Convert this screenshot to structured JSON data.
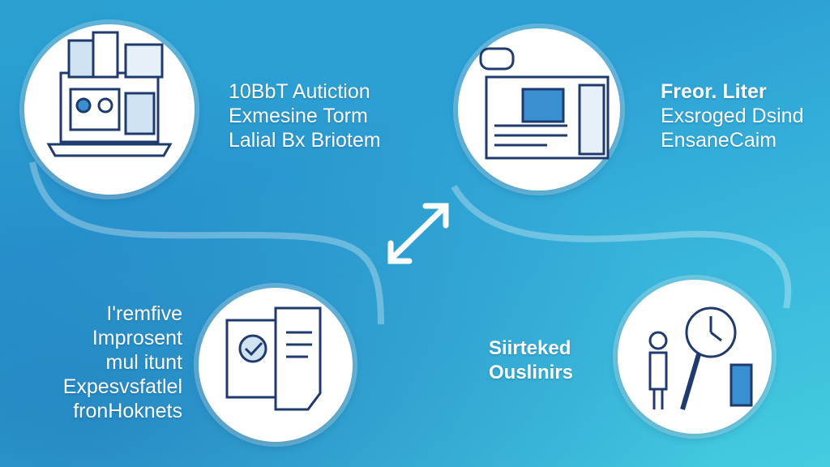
{
  "steps": [
    {
      "lines": [
        "10BbT Autiction",
        "Exmesine Torm",
        "Lalial Bx Briotem"
      ],
      "icon": "laptop-dashboard-icon"
    },
    {
      "lines": [
        "Freor. Liter",
        "Exsroged Dsind",
        "EnsaneCaim"
      ],
      "icon": "document-panel-icon"
    },
    {
      "lines": [
        "I'remfive",
        "Improsent",
        "mul itunt",
        "Expesvsfatlel",
        "fronHoknets"
      ],
      "icon": "checked-document-icon"
    },
    {
      "lines": [
        "Siirteked",
        "Ouslinirs"
      ],
      "icon": "person-magnifier-icon"
    }
  ],
  "colors": {
    "accent": "#1e3a6e",
    "highlight": "#3a8fd0"
  }
}
